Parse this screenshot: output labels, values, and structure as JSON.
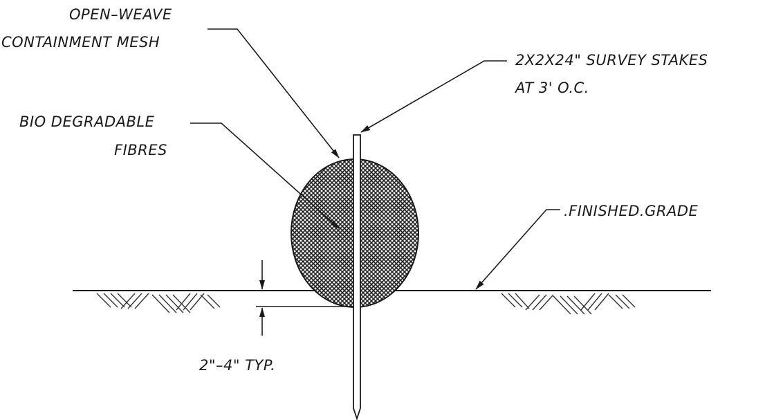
{
  "labels": {
    "mesh_line1": "OPEN–WEAVE",
    "mesh_line2": "CONTAINMENT MESH",
    "stakes_line1": "2X2X24\" SURVEY STAKES",
    "stakes_line2": "AT 3' O.C.",
    "fibres_line1": "BIO DEGRADABLE",
    "fibres_line2": "FIBRES",
    "grade": ".FINISHED.GRADE",
    "depth": "2\"–4\" TYP."
  },
  "colors": {
    "ink": "#1a1a1a",
    "mesh": "#222222",
    "background": "#ffffff"
  }
}
